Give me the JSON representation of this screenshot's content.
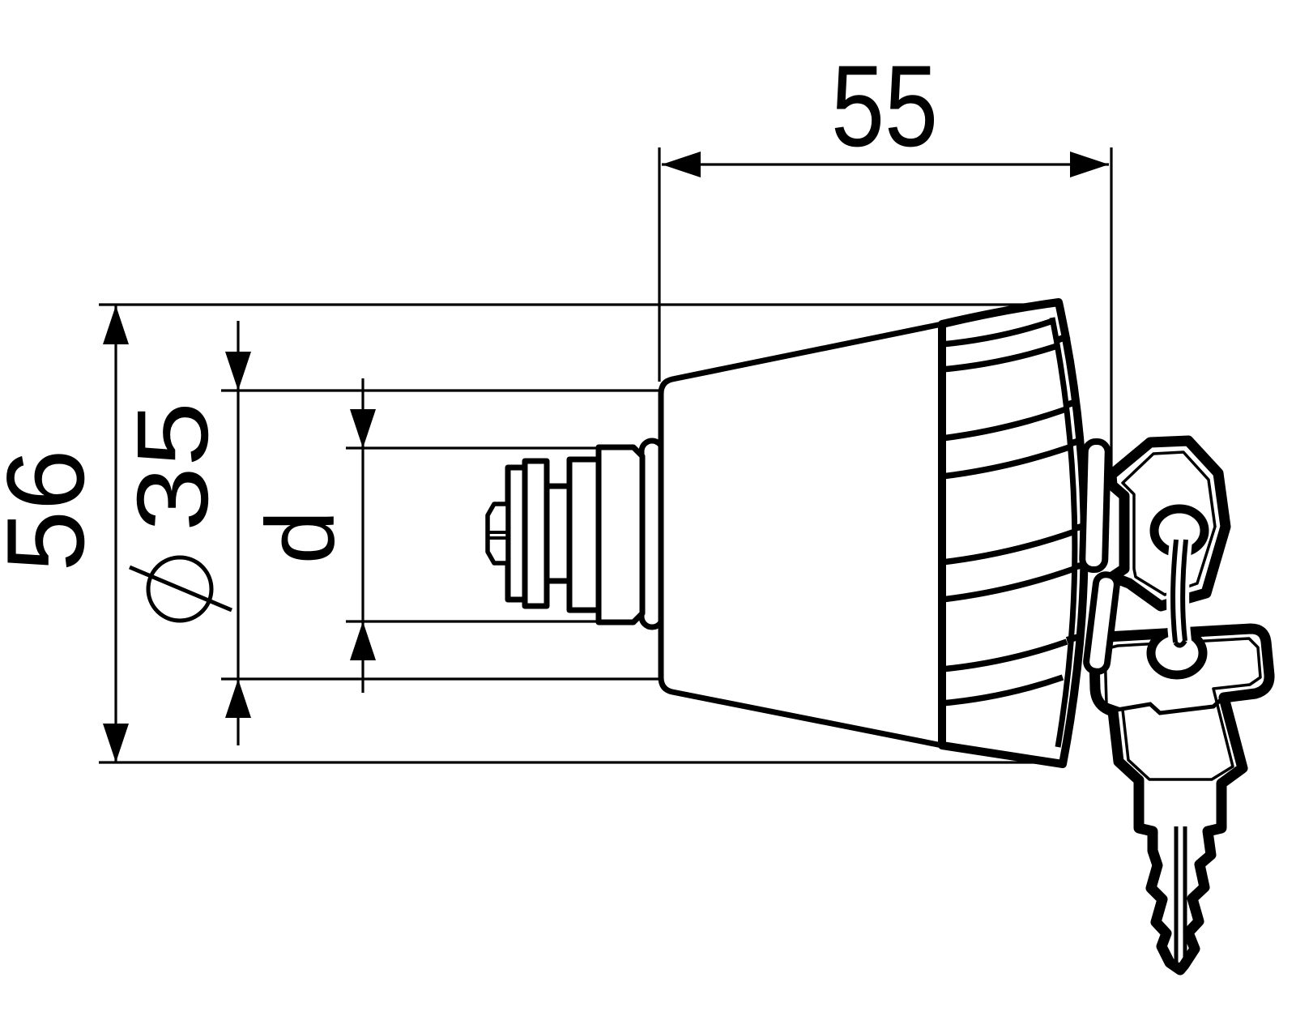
{
  "drawing": {
    "type": "technical-dimension-drawing",
    "subject": "key-operated rotary switch, side view, with two keys on key ring",
    "background_color": "#ffffff",
    "line_color": "#000000",
    "dimensions": {
      "overall_length": {
        "label": "55",
        "orientation": "horizontal",
        "position": "top"
      },
      "knob_diameter": {
        "label": "56",
        "orientation": "vertical",
        "position": "left"
      },
      "body_diameter": {
        "label": "35",
        "symbol": "diameter",
        "orientation": "vertical",
        "position": "left-inner"
      },
      "mounting_diameter": {
        "label": "d",
        "orientation": "vertical",
        "position": "center-left"
      }
    }
  }
}
